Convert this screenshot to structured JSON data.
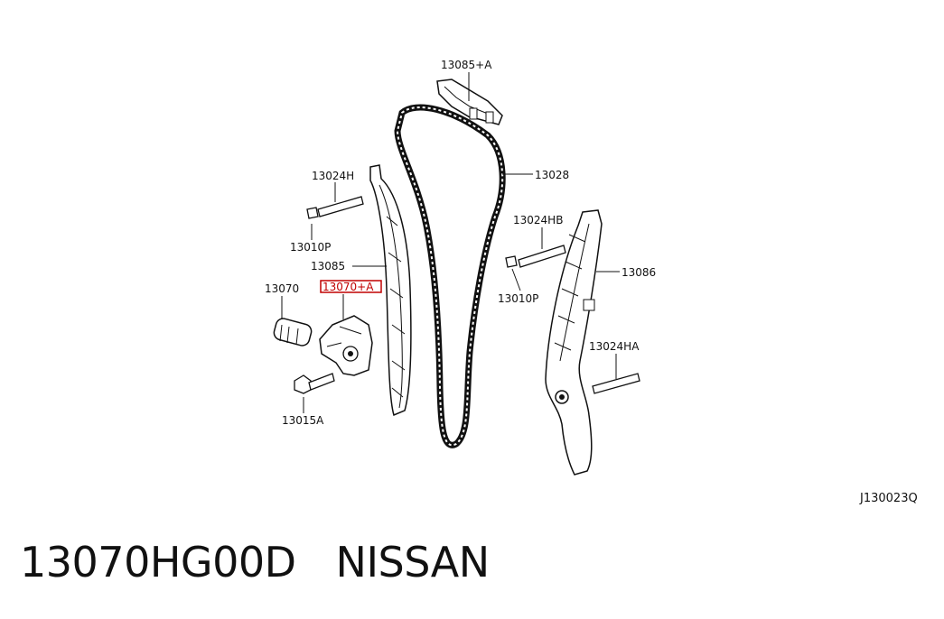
{
  "diagram": {
    "labels": {
      "guide_upper": "13085+A",
      "chain": "13028",
      "bolt_left": "13024H",
      "washer_left": "13010P",
      "guide_left": "13085",
      "tensioner_body": "13070",
      "tensioner_highlight": "13070+A",
      "bolt_tensioner": "13015A",
      "bolt_right_upper": "13024HB",
      "washer_right": "13010P",
      "guide_right": "13086",
      "bolt_right_lower": "13024HA"
    },
    "reference_code": "J130023Q",
    "highlight_color": "#c00000"
  },
  "caption": {
    "part_number": "13070HG00D",
    "brand": "NISSAN"
  }
}
